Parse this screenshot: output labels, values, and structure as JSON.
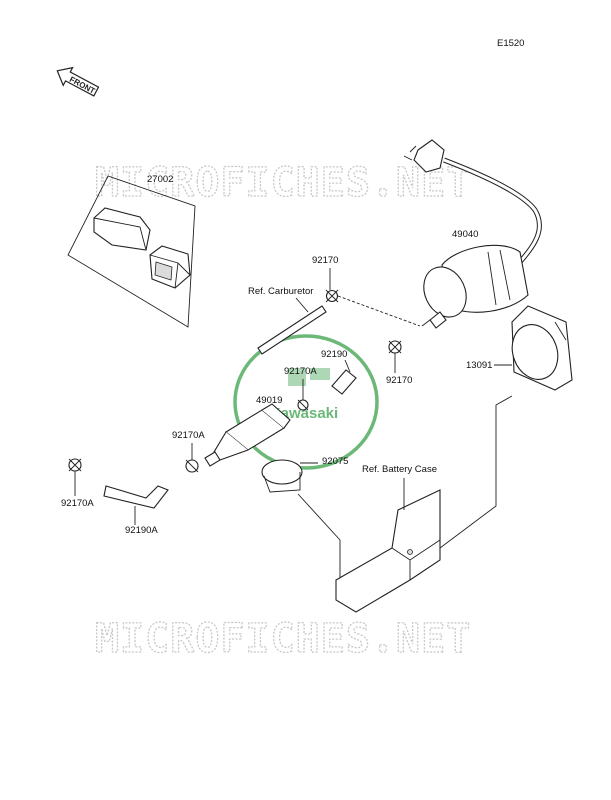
{
  "diagram": {
    "code": "E1520",
    "front_label": "FRONT",
    "watermark_text": "MICROFICHES.NET",
    "logo_text": "Kawasaki",
    "logo_color": "#3aa14a"
  },
  "labels": {
    "p27002": "27002",
    "p49040": "49040",
    "p92170_top": "92170",
    "ref_carburetor": "Ref. Carburetor",
    "p92170_right": "92170",
    "p92190": "92190",
    "p92170A_mid": "92170A",
    "p13091": "13091",
    "p49019": "49019",
    "p92170A_left": "92170A",
    "p92075": "92075",
    "ref_battery_case": "Ref. Battery Case",
    "p92170A_bottom": "92170A",
    "p92190A": "92190A"
  }
}
